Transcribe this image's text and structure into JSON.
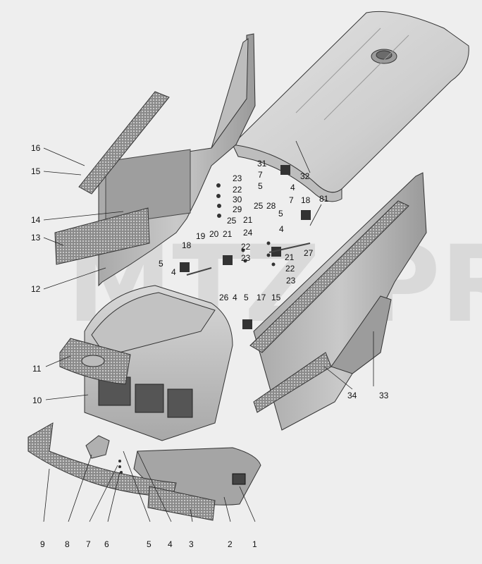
{
  "watermark": "MTZ-PRO",
  "callouts": [
    {
      "id": "c16",
      "text": "16"
    },
    {
      "id": "c15a",
      "text": "15"
    },
    {
      "id": "c14",
      "text": "14"
    },
    {
      "id": "c13",
      "text": "13"
    },
    {
      "id": "c12",
      "text": "12"
    },
    {
      "id": "c11",
      "text": "11"
    },
    {
      "id": "c10",
      "text": "10"
    },
    {
      "id": "c9",
      "text": "9"
    },
    {
      "id": "c8",
      "text": "8"
    },
    {
      "id": "c7b",
      "text": "7"
    },
    {
      "id": "c6",
      "text": "6"
    },
    {
      "id": "c5c",
      "text": "5"
    },
    {
      "id": "c4c",
      "text": "4"
    },
    {
      "id": "c3",
      "text": "3"
    },
    {
      "id": "c2",
      "text": "2"
    },
    {
      "id": "c1",
      "text": "1"
    },
    {
      "id": "c18a",
      "text": "18"
    },
    {
      "id": "c4a",
      "text": "4"
    },
    {
      "id": "c5a",
      "text": "5"
    },
    {
      "id": "c19",
      "text": "19"
    },
    {
      "id": "c20",
      "text": "20"
    },
    {
      "id": "c21a",
      "text": "21"
    },
    {
      "id": "c22a",
      "text": "22"
    },
    {
      "id": "c23b",
      "text": "23"
    },
    {
      "id": "c23a",
      "text": "23"
    },
    {
      "id": "c22b",
      "text": "22"
    },
    {
      "id": "c30",
      "text": "30"
    },
    {
      "id": "c29",
      "text": "29"
    },
    {
      "id": "c25a",
      "text": "25"
    },
    {
      "id": "c31",
      "text": "31"
    },
    {
      "id": "c7a",
      "text": "7"
    },
    {
      "id": "c5b",
      "text": "5"
    },
    {
      "id": "c4b",
      "text": "4"
    },
    {
      "id": "c32",
      "text": "32"
    },
    {
      "id": "c25b",
      "text": "25"
    },
    {
      "id": "c28",
      "text": "28"
    },
    {
      "id": "c21b",
      "text": "21"
    },
    {
      "id": "c24",
      "text": "24"
    },
    {
      "id": "c7c",
      "text": "7"
    },
    {
      "id": "c18b",
      "text": "18"
    },
    {
      "id": "c81",
      "text": "81"
    },
    {
      "id": "c5d",
      "text": "5"
    },
    {
      "id": "c4d",
      "text": "4"
    },
    {
      "id": "c21c",
      "text": "21"
    },
    {
      "id": "c22c",
      "text": "22"
    },
    {
      "id": "c23c",
      "text": "23"
    },
    {
      "id": "c27",
      "text": "27"
    },
    {
      "id": "c26",
      "text": "26"
    },
    {
      "id": "c4e",
      "text": "4"
    },
    {
      "id": "c5e",
      "text": "5"
    },
    {
      "id": "c17",
      "text": "17"
    },
    {
      "id": "c15b",
      "text": "15"
    },
    {
      "id": "c34",
      "text": "34"
    },
    {
      "id": "c33",
      "text": "33"
    }
  ]
}
